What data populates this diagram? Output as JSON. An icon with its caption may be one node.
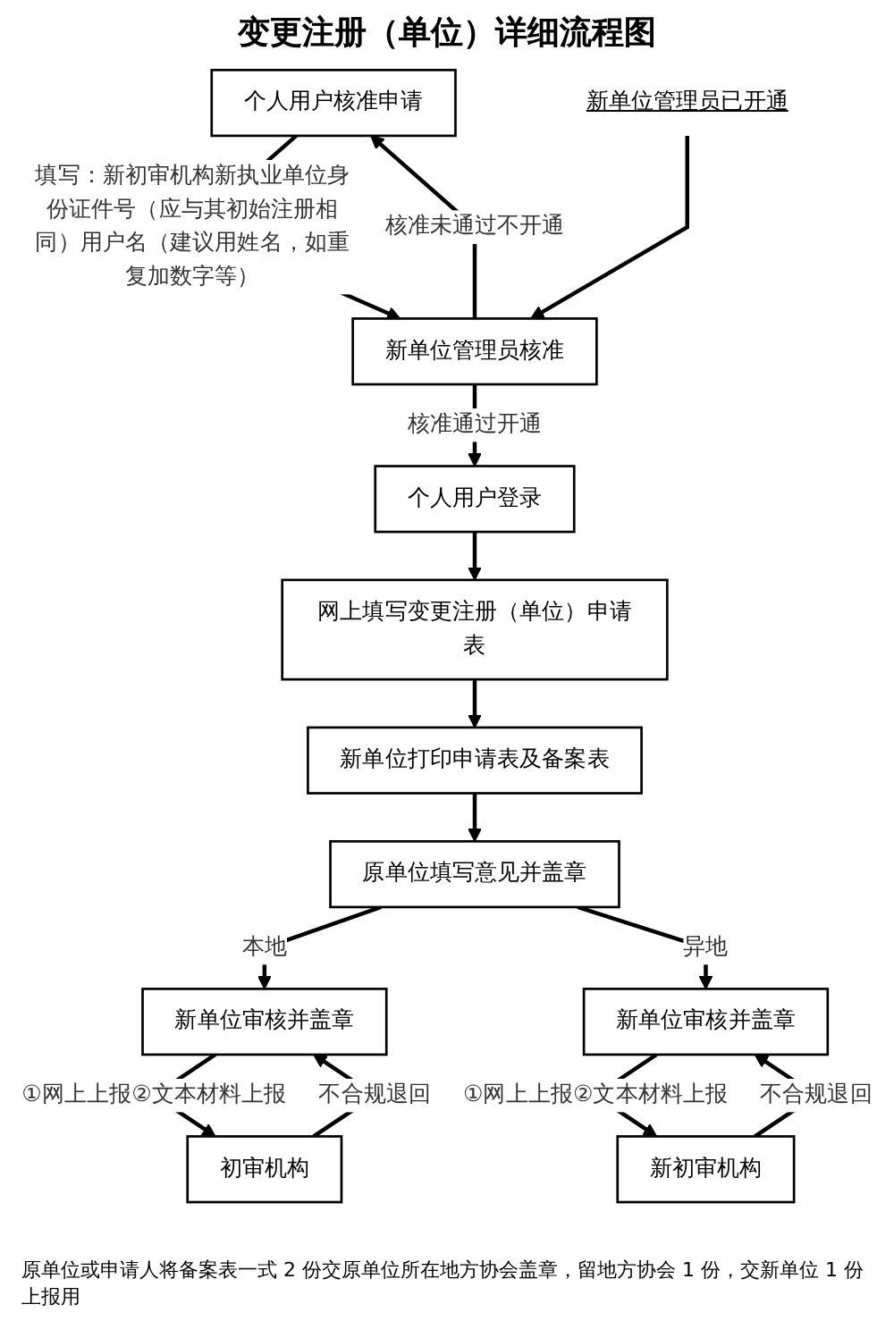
{
  "diagram": {
    "title": "变更注册（单位）详细流程图",
    "nodes": [
      {
        "text": [
          "个人用户核准申请"
        ]
      },
      {
        "text": [
          "新单位管理员已开通"
        ]
      },
      {
        "text": [
          "新单位管理员核准"
        ]
      },
      {
        "text": [
          "个人用户登录"
        ]
      },
      {
        "text": [
          "网上填写变更注册（单位）申请表"
        ]
      },
      {
        "text": [
          "新单位打印申请表及备案表"
        ]
      },
      {
        "text": [
          "原单位填写意见并盖章"
        ]
      },
      {
        "text": [
          "新单位审核并盖章"
        ]
      },
      {
        "text": [
          "初审机构"
        ]
      },
      {
        "text": [
          "新单位审核并盖章"
        ]
      },
      {
        "text": [
          "新初审机构"
        ]
      }
    ],
    "edges": [
      {
        "from": 0,
        "to": 2,
        "arrow": "to",
        "label": "填写：新初审机构新执业单位身份证件号（应与其初始注册相同）用户名（建议用姓名，如重复加数字等）"
      },
      {
        "from": 1,
        "to": 2,
        "arrow": "to"
      },
      {
        "from": 2,
        "to": 0,
        "arrow": "to",
        "label": "核准未通过不开通"
      },
      {
        "from": 2,
        "to": 3,
        "arrow": "to",
        "label": "核准通过开通"
      },
      {
        "from": 3,
        "to": 4,
        "arrow": "to"
      },
      {
        "from": 4,
        "to": 5,
        "arrow": "to"
      },
      {
        "from": 5,
        "to": 6,
        "arrow": "to"
      },
      {
        "from": 6,
        "to": 7,
        "arrow": "to",
        "label": "本地"
      },
      {
        "from": 6,
        "to": 9,
        "arrow": "to",
        "label": "异地"
      },
      {
        "from": 7,
        "to": 8,
        "arrow": "to",
        "label": "①网上上报②文本材料上报"
      },
      {
        "from": 8,
        "to": 7,
        "arrow": "to",
        "label": "不合规退回"
      },
      {
        "from": 9,
        "to": 10,
        "arrow": "to",
        "label": "①网上上报②文本材料上报"
      },
      {
        "from": 10,
        "to": 9,
        "arrow": "to",
        "label": "不合规退回"
      }
    ],
    "labels": [
      "原单位或申请人将备案表一式 2 份交原单位所在地方协会盖章，留地方协会 1 份，交新单位 1 份上报用"
    ]
  }
}
